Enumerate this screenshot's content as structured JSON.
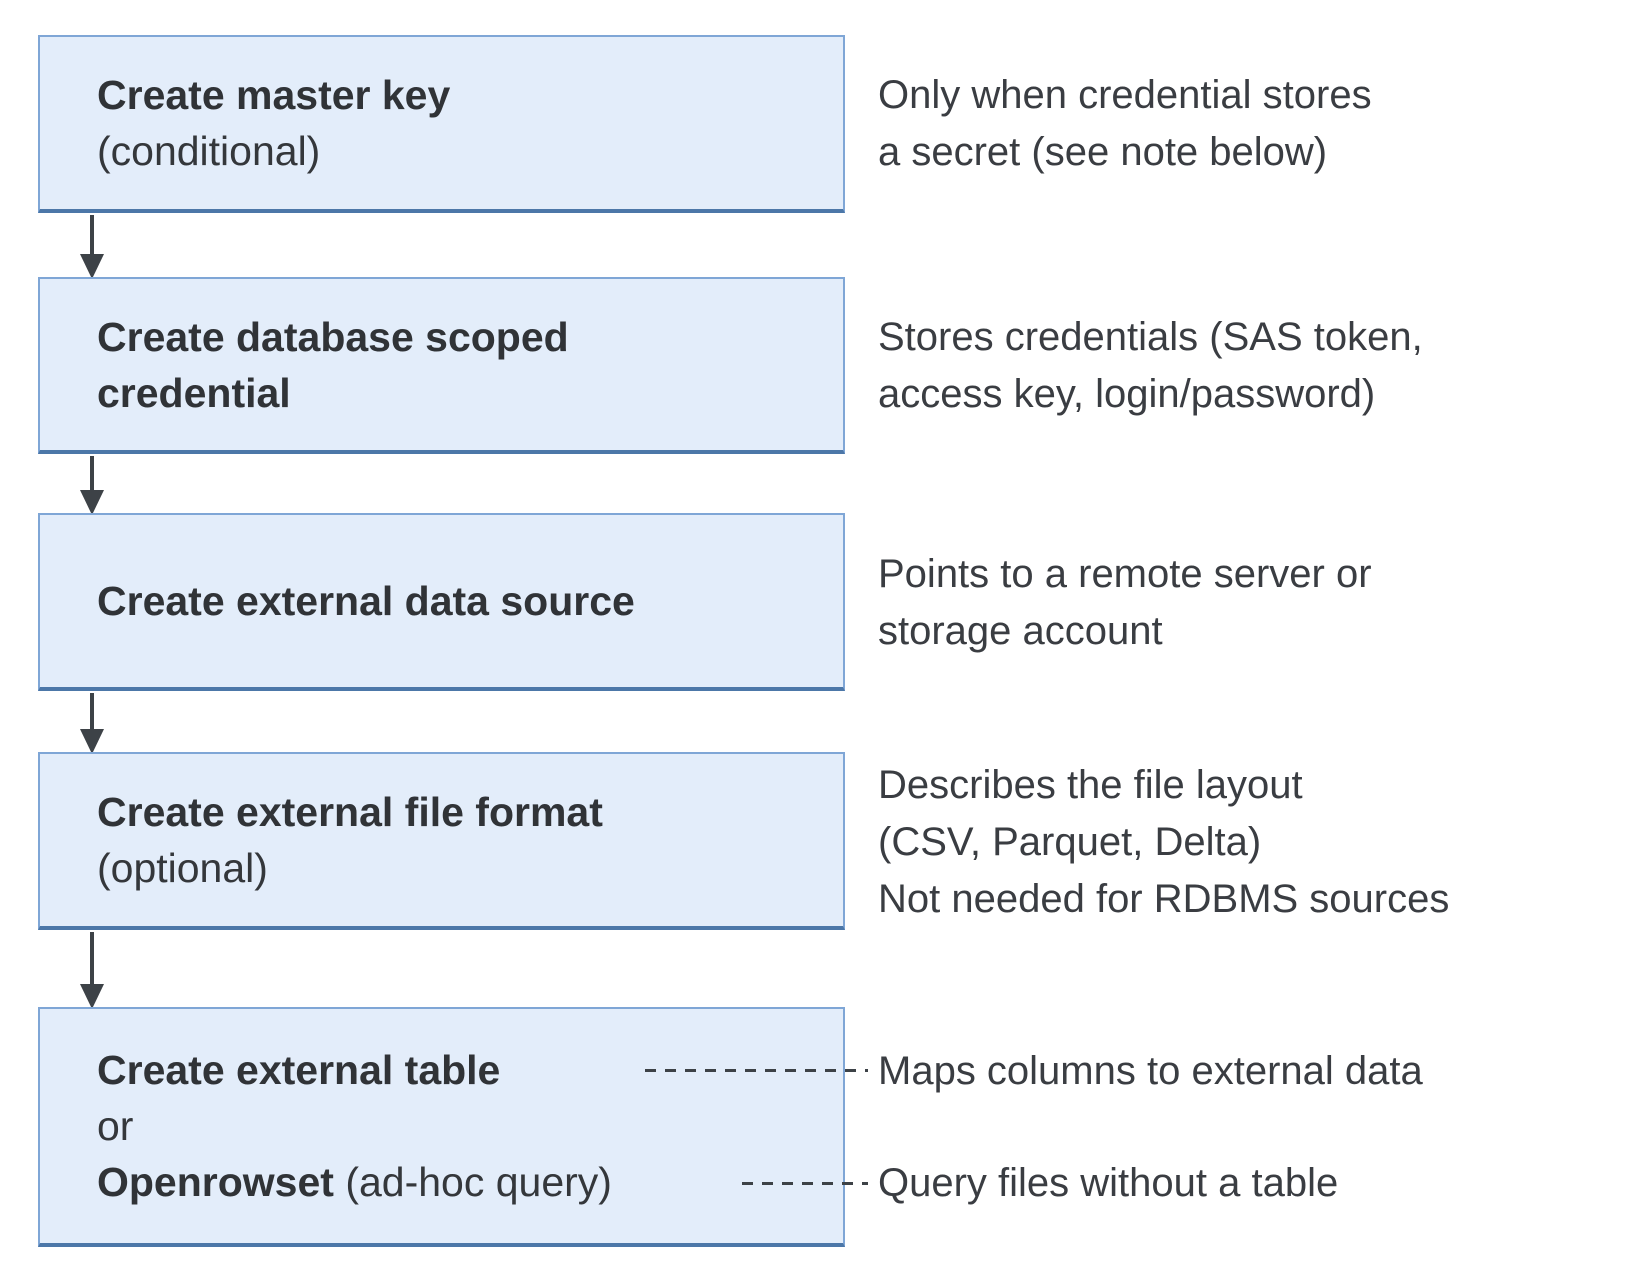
{
  "colors": {
    "box-fill": "#e3edfa",
    "box-border": "#7fa6d6",
    "box-border-bottom": "#4c77a8",
    "arrow": "#3d4247",
    "dash": "#3d4247",
    "text": "#3a3d42"
  },
  "steps": [
    {
      "title": "Create master key",
      "subtitle": "(conditional)",
      "note": [
        "Only when credential stores",
        "a secret (see note below)"
      ]
    },
    {
      "title_lines": [
        "Create database scoped",
        "credential"
      ],
      "note": [
        "Stores credentials (SAS token,",
        "access key, login/password)"
      ]
    },
    {
      "title": "Create external data source",
      "note": [
        "Points to a remote server or",
        "storage account"
      ]
    },
    {
      "title": "Create external file format",
      "subtitle": "(optional)",
      "note": [
        "Describes the file layout",
        "(CSV, Parquet, Delta)",
        "Not needed for RDBMS sources"
      ]
    },
    {
      "title": "Create external table",
      "or_label": "or",
      "alt_bold": "Openrowset",
      "alt_regular": "(ad-hoc query)",
      "note_table": "Maps columns to external data",
      "note_openrowset": "Query files without a table"
    }
  ]
}
